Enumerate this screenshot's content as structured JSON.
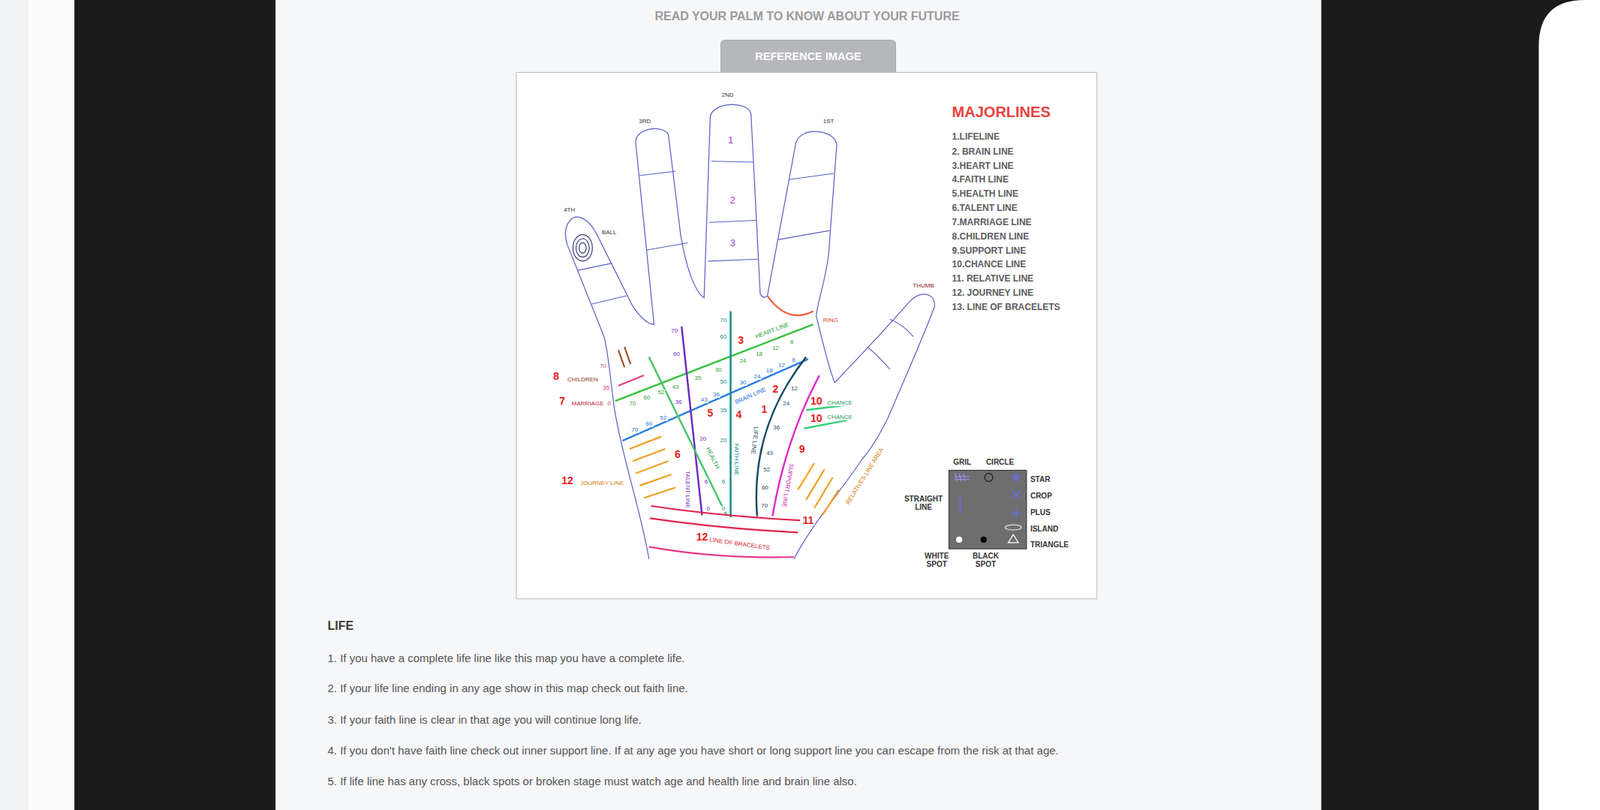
{
  "diagram": {
    "title": "READ YOUR PALM TO KNOW ABOUT YOUR FUTURE",
    "nodes": [
      {
        "text": [
          "REFERENCE IMAGE"
        ]
      }
    ],
    "labels": [
      "MAJORLINES",
      "1.LIFELINE",
      "2. BRAIN LINE",
      "3.HEART LINE",
      "4.FAITH LINE",
      "5.HEALTH LINE",
      "6.TALENT LINE",
      "7.MARRIAGE LINE",
      "8.CHILDREN LINE",
      "9.SUPPORT LINE",
      "10.CHANCE LINE",
      "11. RELATIVE LINE",
      "12. JOURNEY LINE",
      "13. LINE OF BRACELETS",
      "2ND",
      "3RD",
      "1ST",
      "4TH",
      "BALL",
      "1",
      "2",
      "3",
      "THUMB",
      "RING",
      "8",
      "CHILDREN",
      "70",
      "35",
      "7",
      "MARRIAGE",
      "0",
      "3",
      "HEART LINE",
      "70",
      "60",
      "52",
      "43",
      "35",
      "30",
      "24",
      "18",
      "12",
      "6",
      "2",
      "BRAIN LINE",
      "70",
      "60",
      "52",
      "43",
      "36",
      "30",
      "24",
      "18",
      "12",
      "6",
      "4",
      "FAITH LINE",
      "70",
      "60",
      "50",
      "35",
      "20",
      "6",
      "0",
      "5",
      "HEALTH",
      "6",
      "TALENT LINE",
      "70",
      "60",
      "36",
      "20",
      "6",
      "0",
      "1",
      "LIFE LINE",
      "12",
      "24",
      "36",
      "43",
      "52",
      "60",
      "70",
      "9",
      "SUPPORT LINE",
      "10",
      "CHANCE",
      "10",
      "CHANCE",
      "11",
      "RELATIVES LINE AREA",
      "12",
      "JOURNEY LINE",
      "12",
      "LINE OF BRACELETS",
      "GRIL",
      "CIRCLE",
      "STAR",
      "CROP",
      "PLUS",
      "ISLAND",
      "TRIANGLE",
      "STRAIGHT LINE",
      "WHITE SPOT",
      "BLACK SPOT",
      "LIFE",
      "1. If you have a complete life line like this map you have a complete life.",
      "2. If your life line ending in any age show in this map check out faith line.",
      "3. If your faith line is clear in that age you will continue long life.",
      "4. If you don't have faith line check out inner support line. If at any age you have short or long support line you can escape from the risk at that age.",
      "5. If life line has any cross, black spots or broken stage must watch age and health line and brain line also."
    ]
  }
}
